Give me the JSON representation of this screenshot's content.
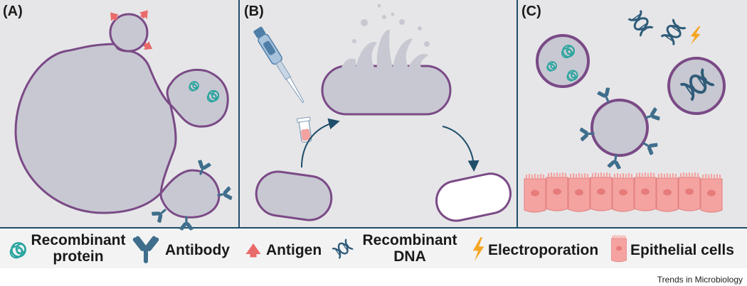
{
  "panels": {
    "a_label": "(A)",
    "b_label": "(B)",
    "c_label": "(C)"
  },
  "legend": {
    "recombinant_protein": [
      "Recombinant",
      "protein"
    ],
    "antibody": "Antibody",
    "antigen": "Antigen",
    "recombinant_dna": [
      "Recombinant",
      "DNA"
    ],
    "electroporation": "Electroporation",
    "epithelial_cells": "Epithelial cells"
  },
  "footer": {
    "journal": "Trends in Microbiology"
  },
  "colors": {
    "panel_bg": "#e6e6e8",
    "divider": "#1f4e6b",
    "membrane": "#7a4a86",
    "vesicle_fill": "#c8c8d2",
    "protein": "#2aa59f",
    "antibody": "#3f6e8c",
    "antigen": "#e96a6a",
    "dna": "#2f5b78",
    "bolt": "#f5a623",
    "epithelial": "#f4a3a1",
    "pipette": "#7fa3c8"
  }
}
